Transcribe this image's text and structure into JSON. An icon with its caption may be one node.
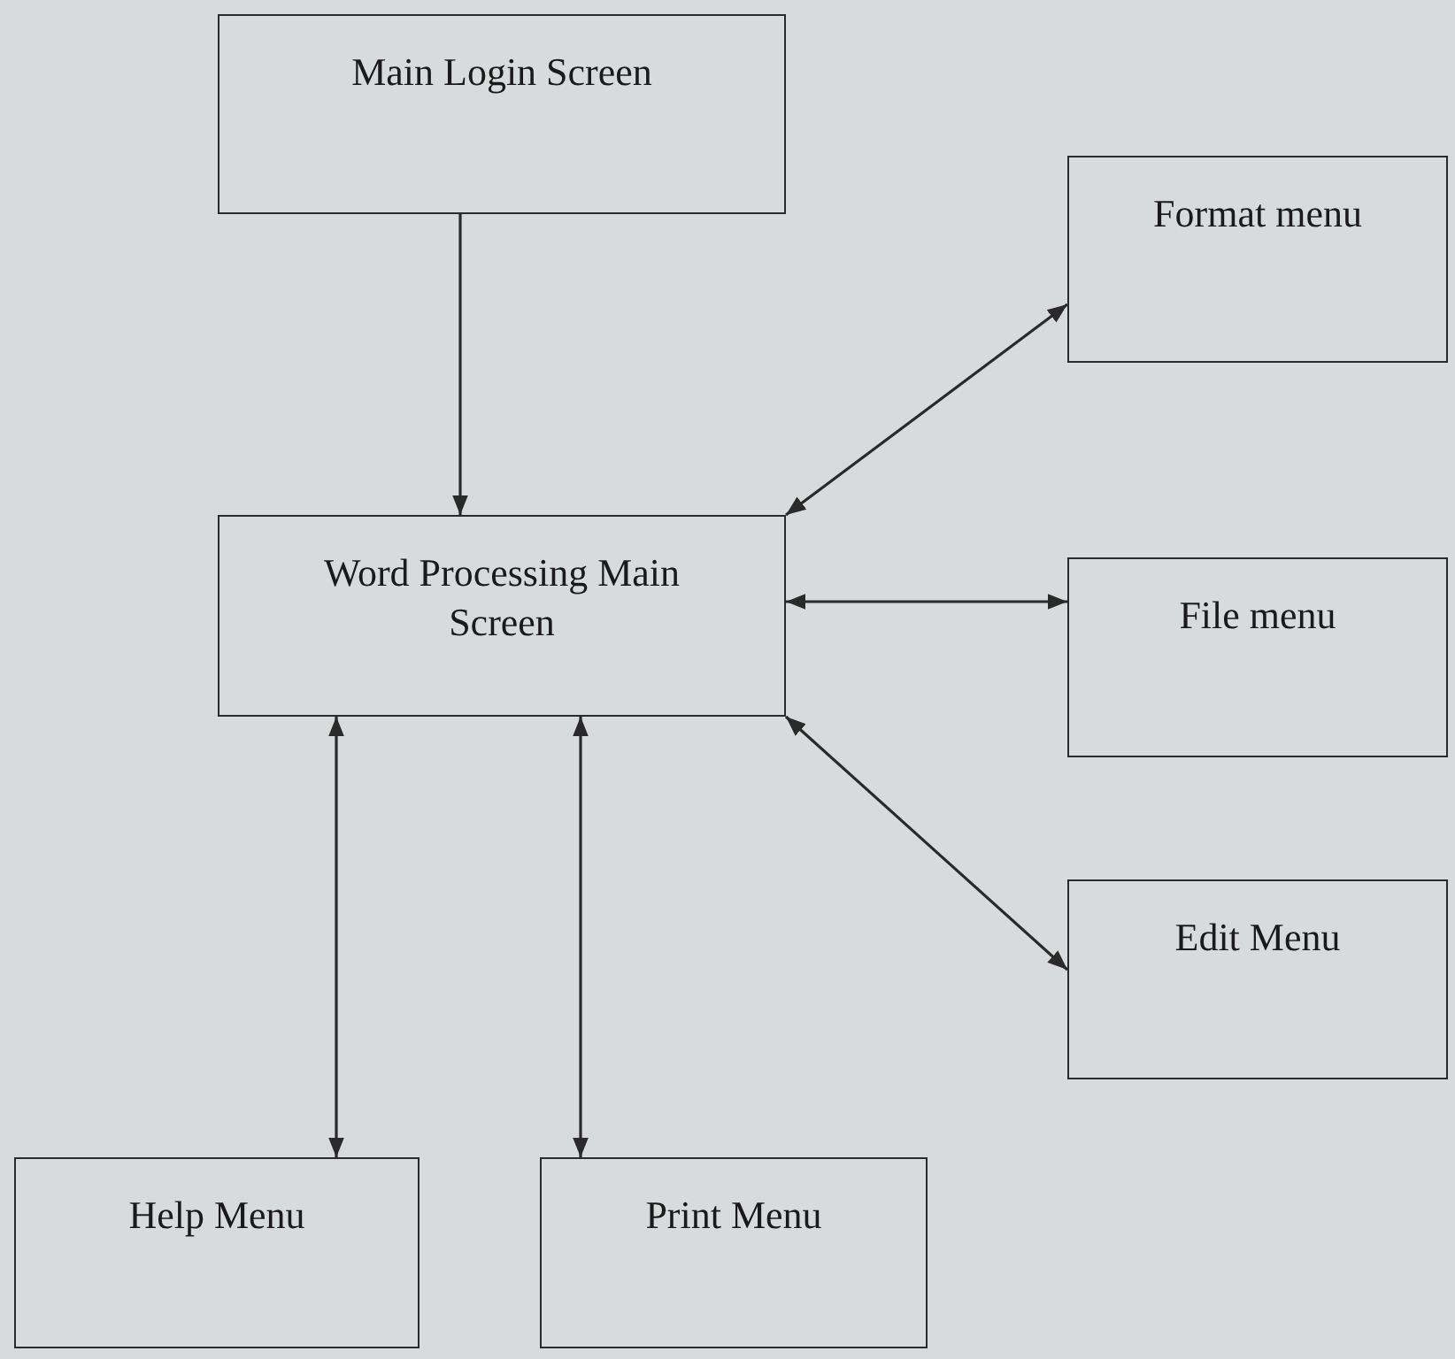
{
  "diagram": {
    "nodes": [
      {
        "text": [
          "Main Login Screen"
        ]
      },
      {
        "text": [
          "Format menu"
        ]
      },
      {
        "text": [
          "Word Processing Main Screen"
        ]
      },
      {
        "text": [
          "File menu"
        ]
      },
      {
        "text": [
          "Edit Menu"
        ]
      },
      {
        "text": [
          "Help Menu"
        ]
      },
      {
        "text": [
          "Print Menu"
        ]
      }
    ],
    "edges": [
      {
        "from": 0,
        "to": 2,
        "arrow": "to"
      },
      {
        "from": 2,
        "to": 1,
        "arrow": "both"
      },
      {
        "from": 2,
        "to": 3,
        "arrow": "both"
      },
      {
        "from": 2,
        "to": 4,
        "arrow": "both"
      },
      {
        "from": 2,
        "to": 5,
        "arrow": "both"
      },
      {
        "from": 2,
        "to": 6,
        "arrow": "both"
      }
    ]
  }
}
